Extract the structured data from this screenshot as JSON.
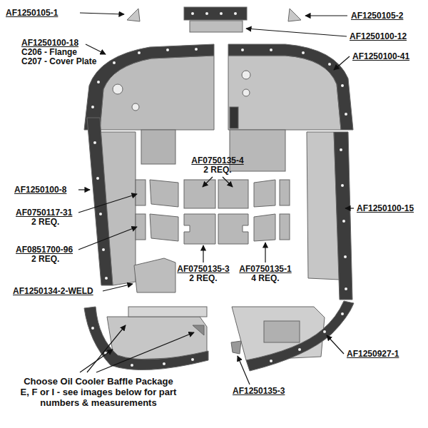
{
  "diagram": {
    "labels": [
      "AF1250105-1",
      "AF1250105-2",
      "AF1250100-12",
      "AF1250100-18",
      "C206 - Flange",
      "C207 - Cover Plate",
      "AF1250100-41",
      "AF0750135-4",
      "2 REQ.",
      "AF1250100-8",
      "AF1250100-15",
      "AF0750117-31",
      "2 REQ.",
      "AF0851700-96",
      "2 REQ.",
      "AF0750135-3",
      "2 REQ.",
      "AF0750135-1",
      "4 REQ.",
      "AF1250134-2-WELD",
      "AF1250927-1",
      "Choose Oil Cooler Baffle Package E, F or I - see images below for part numbers & measurements",
      "AF1250135-3"
    ]
  }
}
